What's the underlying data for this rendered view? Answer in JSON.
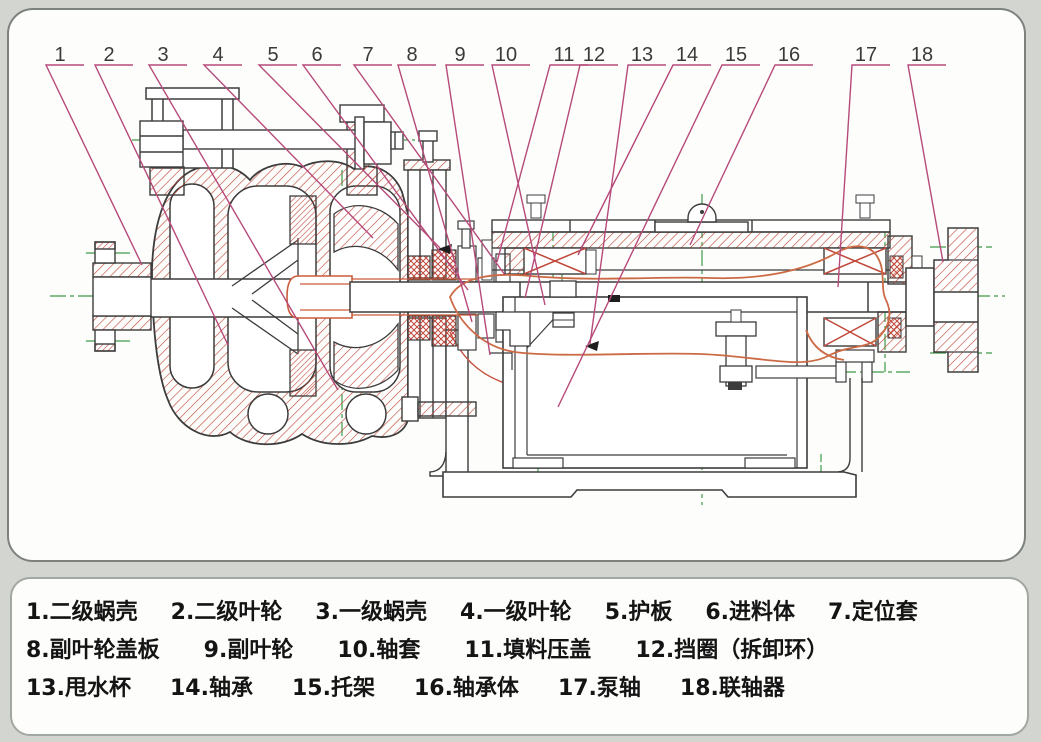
{
  "callouts": [
    {
      "n": "1"
    },
    {
      "n": "2"
    },
    {
      "n": "3"
    },
    {
      "n": "4"
    },
    {
      "n": "5"
    },
    {
      "n": "6"
    },
    {
      "n": "7"
    },
    {
      "n": "8"
    },
    {
      "n": "9"
    },
    {
      "n": "10"
    },
    {
      "n": "11"
    },
    {
      "n": "12"
    },
    {
      "n": "13"
    },
    {
      "n": "14"
    },
    {
      "n": "15"
    },
    {
      "n": "16"
    },
    {
      "n": "17"
    },
    {
      "n": "18"
    }
  ],
  "legend": {
    "row1": [
      "1.二级蜗壳",
      "2.二级叶轮",
      "3.一级蜗壳",
      "4.一级叶轮",
      "5.护板",
      "6.进料体",
      "7.定位套"
    ],
    "row2": [
      "8.副叶轮盖板",
      "9.副叶轮",
      "10.轴套",
      "11.填料压盖",
      "12.挡圈（拆卸环）"
    ],
    "row3": [
      "13.甩水杯",
      "14.轴承",
      "15.托架",
      "16.轴承体",
      "17.泵轴",
      "18.联轴器"
    ]
  },
  "colors": {
    "page_bg": "#d3d6d0",
    "outline": "#3c3c3c",
    "hatch_red": "#c0483a",
    "leader_pink": "#b64a7a",
    "centerline_green": "#3f9a48",
    "contour_orange": "#cc6a45"
  }
}
